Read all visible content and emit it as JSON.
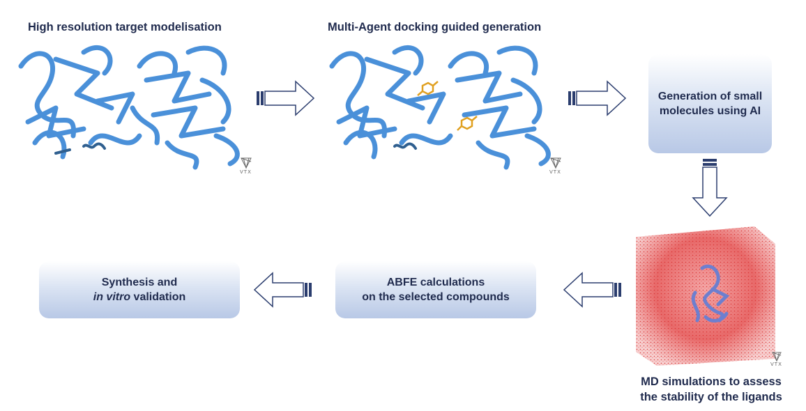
{
  "steps": {
    "target_modelisation": {
      "title": "High resolution target modelisation"
    },
    "docking_generation": {
      "title": "Multi-Agent docking guided generation"
    },
    "ai_generation": {
      "line1": "Generation of small",
      "line2": "molecules using AI"
    },
    "md_simulations": {
      "line1": "MD simulations to assess",
      "line2": "the stability of the ligands"
    },
    "abfe": {
      "line1": "ABFE calculations",
      "line2": "on the selected compounds"
    },
    "synthesis": {
      "line1": "Synthesis and",
      "line2_italic": "in vitro",
      "line2_rest": " validation"
    }
  },
  "logo": {
    "text": "VTX"
  },
  "colors": {
    "protein": "#4a90d9",
    "protein_dark": "#2f5f8f",
    "ligand": "#e0a020",
    "arrow_outline": "#2b3d6e",
    "solvent": "#e04040",
    "title_text": "#1f2a4d"
  }
}
